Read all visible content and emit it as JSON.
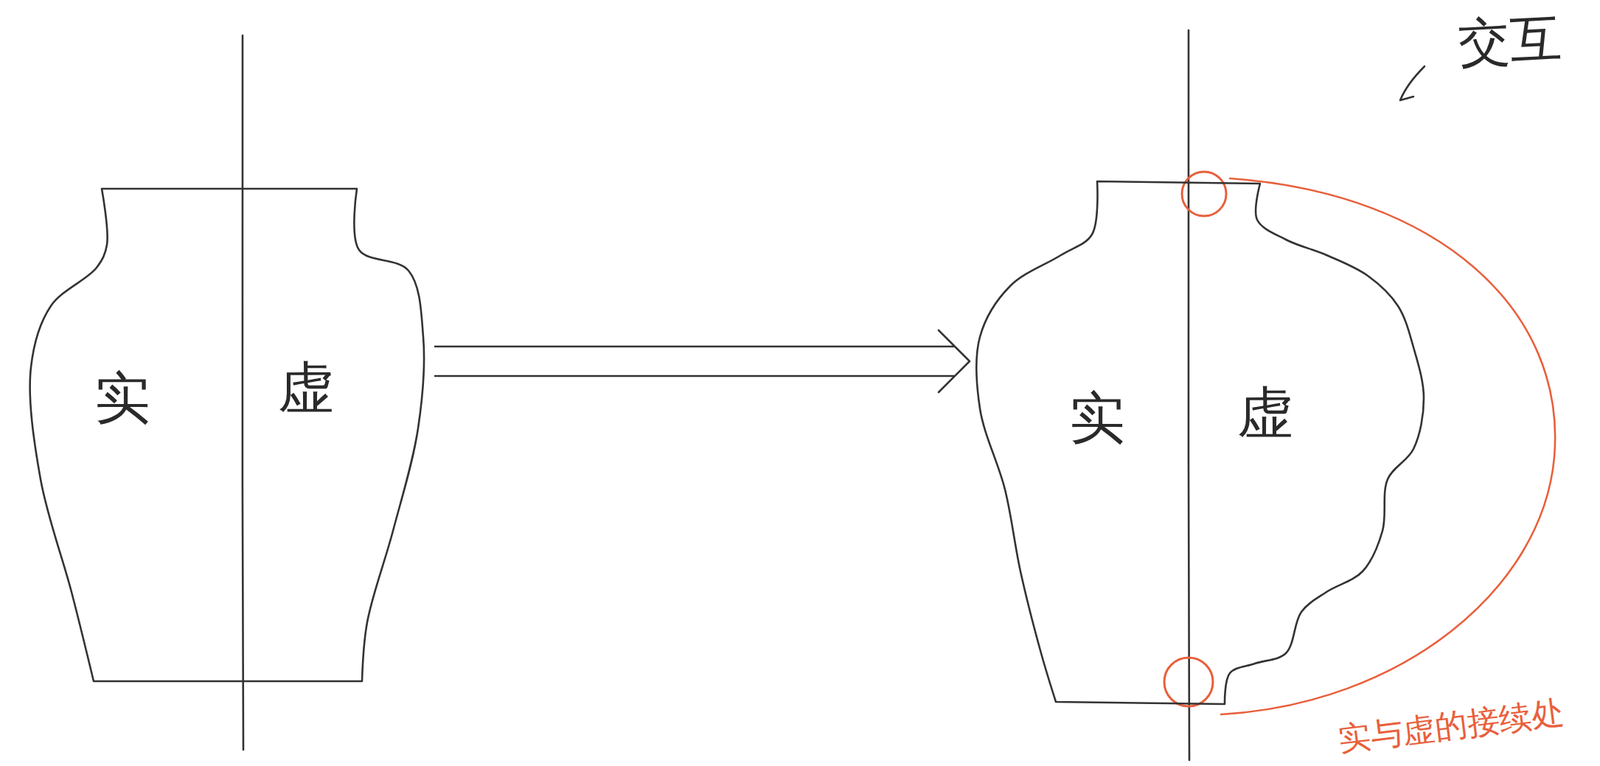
{
  "diagram": {
    "nodes": [
      {
        "text": [
          "实",
          "虚"
        ]
      },
      {
        "text": [
          "实",
          "虚"
        ]
      }
    ],
    "edges": [
      {
        "from": 0,
        "to": 1,
        "arrow": "to"
      }
    ],
    "labels": [
      "交互",
      "实与虚的接续处"
    ]
  }
}
